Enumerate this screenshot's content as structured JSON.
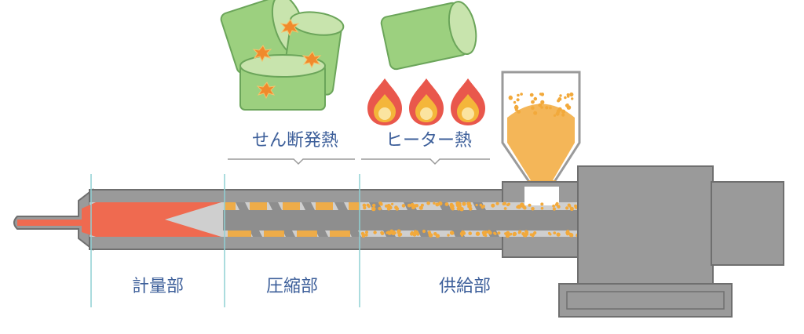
{
  "top_labels": {
    "shear_heat": "せん断発熱",
    "heater_heat": "ヒーター熱"
  },
  "section_labels": {
    "metering": "計量部",
    "compression": "圧縮部",
    "feed": "供給部"
  },
  "colors": {
    "label_blue": "#3d5f9a",
    "barrel": "#9a9a9a",
    "barrel_dark": "#6f6f6f",
    "screw": "#8e8e8e",
    "melt": "#ef6a50",
    "pellet": "#f2a93b",
    "pellet_fill": "#fbe3a6",
    "divider": "#8fd0d4",
    "cylinder_green": "#9cd07f",
    "cylinder_green_light": "#c8e4ad",
    "flame_outer": "#e9574c",
    "flame_mid": "#f4b63a",
    "flame_core": "#fbe4a0",
    "spark": "#f08a2c"
  },
  "icons": [
    "shear-cylinders-icon",
    "heater-cylinder-icon",
    "flame-icon",
    "hopper-icon"
  ]
}
